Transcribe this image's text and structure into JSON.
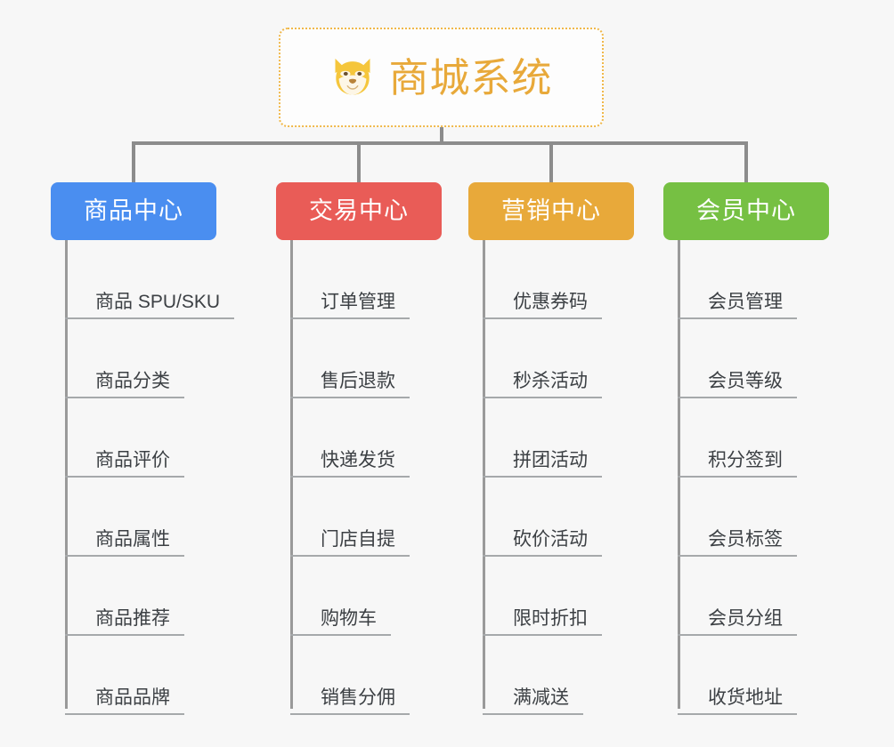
{
  "background_color": "#f7f7f7",
  "root": {
    "title": "商城系统",
    "icon": "shiba-dog-face-icon",
    "title_color": "#e8a93a",
    "border_color": "#f0b84a",
    "background_color": "#fdfdfd"
  },
  "connector_color": "#8c8c8c",
  "branches": [
    {
      "label": "商品中心",
      "color": "#4a8ef0",
      "items": [
        "商品 SPU/SKU",
        "商品分类",
        "商品评价",
        "商品属性",
        "商品推荐",
        "商品品牌"
      ]
    },
    {
      "label": "交易中心",
      "color": "#e95c57",
      "items": [
        "订单管理",
        "售后退款",
        "快递发货",
        "门店自提",
        "购物车",
        "销售分佣"
      ]
    },
    {
      "label": "营销中心",
      "color": "#e8a93a",
      "items": [
        "优惠券码",
        "秒杀活动",
        "拼团活动",
        "砍价活动",
        "限时折扣",
        "满减送"
      ]
    },
    {
      "label": "会员中心",
      "color": "#76c043",
      "items": [
        "会员管理",
        "会员等级",
        "积分签到",
        "会员标签",
        "会员分组",
        "收货地址"
      ]
    }
  ]
}
